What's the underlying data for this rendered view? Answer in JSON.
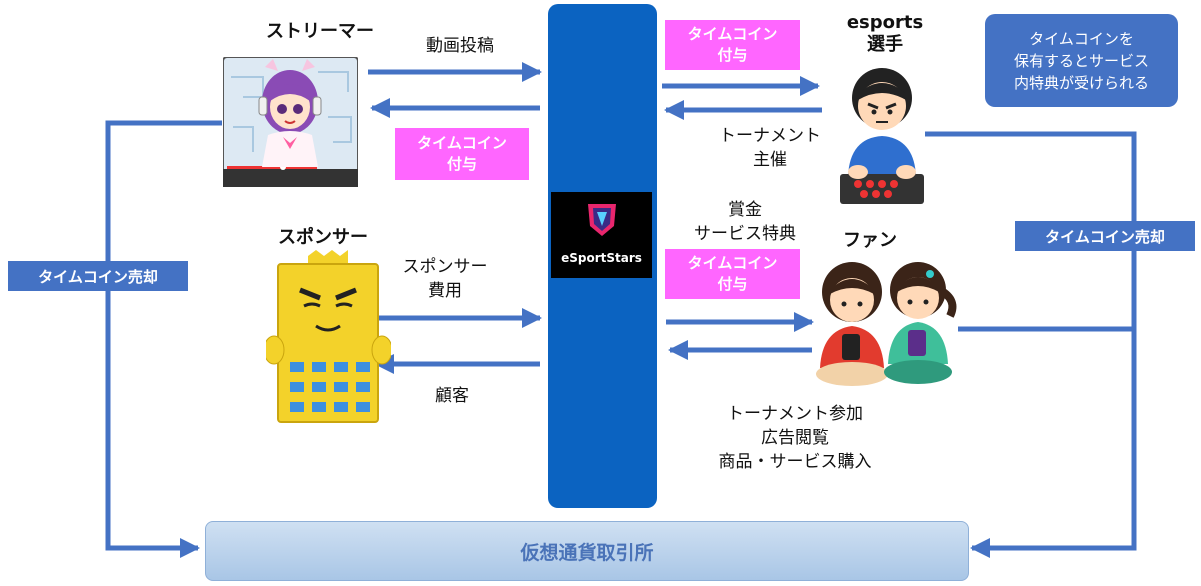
{
  "nodes": {
    "streamer": "ストリーマー",
    "sponsor": "スポンサー",
    "esports_player": [
      "esports",
      "選手"
    ],
    "fan": "ファン",
    "platform": "eSportStars",
    "exchange": "仮想通貨取引所"
  },
  "labels": {
    "video_post": "動画投稿",
    "timecoin_grant": [
      "タイムコイン",
      "付与"
    ],
    "sponsor_fee": [
      "スポンサー",
      "費用"
    ],
    "customers": "顧客",
    "tournament_host": [
      "トーナメント",
      "主催"
    ],
    "prize": [
      "賞金",
      "サービス特典"
    ],
    "fan_actions": [
      "トーナメント参加",
      "広告閲覧",
      "商品・サービス購入"
    ],
    "timecoin_sell": "タイムコイン売却",
    "benefit_note": [
      "タイムコインを",
      "保有するとサービス",
      "内特典が受けられる"
    ]
  },
  "colors": {
    "hub": "#0b63c1",
    "arrow": "#4472c4",
    "pink_badge": "#ff66ff",
    "exchange_text": "#4a73b8"
  },
  "icons": [
    "streamer-illustration",
    "sponsor-building-illustration",
    "esports-player-illustration",
    "fans-illustration",
    "esportstars-logo-icon"
  ]
}
